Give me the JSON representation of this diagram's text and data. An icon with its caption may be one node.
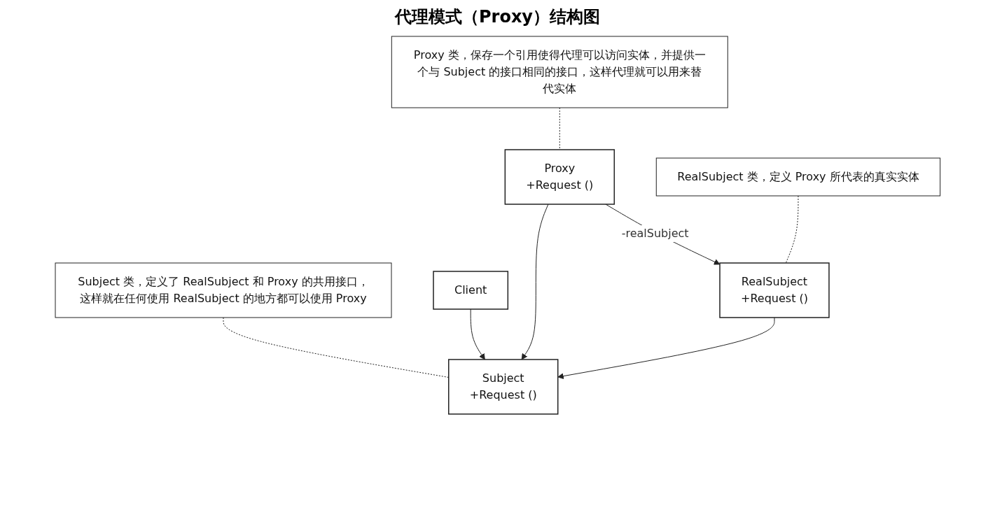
{
  "diagram": {
    "title": "代理模式（Proxy）结构图",
    "nodes": [
      {
        "text": [
          "Subject 类，定义了 RealSubject 和 Proxy 的共用接口，这样就在任何使用 RealSubject 的地方都可以使用 Proxy"
        ]
      },
      {
        "text": [
          "Client"
        ]
      },
      {
        "text": [
          "Subject",
          "+Request ()"
        ]
      },
      {
        "text": [
          "RealSubject",
          "+Request ()"
        ]
      },
      {
        "text": [
          "Proxy",
          "+Request ()"
        ]
      },
      {
        "text": [
          "RealSubject 类，定义 Proxy 所代表的真实实体"
        ]
      },
      {
        "text": [
          "Proxy 类，保存一个引用使得代理可以访问实体，并提供一个与 Subject 的接口相同的接口，这样代理就可以用来替代实体"
        ]
      }
    ],
    "edges": [
      {
        "from": 0,
        "to": 2,
        "arrow": "none",
        "style": "dashed"
      },
      {
        "from": 1,
        "to": 2,
        "arrow": "to"
      },
      {
        "from": 3,
        "to": 2,
        "arrow": "to"
      },
      {
        "from": 4,
        "to": 2,
        "arrow": "to"
      },
      {
        "from": 4,
        "to": 3,
        "arrow": "to",
        "label": "-realSubject"
      },
      {
        "from": 5,
        "to": 3,
        "arrow": "none",
        "style": "dashed"
      },
      {
        "from": 6,
        "to": 4,
        "arrow": "none",
        "style": "dashed"
      }
    ]
  }
}
